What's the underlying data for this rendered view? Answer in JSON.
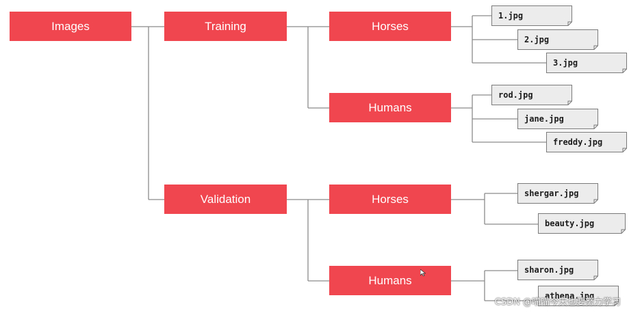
{
  "colors": {
    "node_fill": "#f0464f",
    "line": "#8a8a8a",
    "file_fill": "#ececec",
    "file_stroke": "#7a7a7a"
  },
  "tree": {
    "root": "Images",
    "training": {
      "label": "Training",
      "horses": {
        "label": "Horses",
        "files": [
          "1.jpg",
          "2.jpg",
          "3.jpg"
        ]
      },
      "humans": {
        "label": "Humans",
        "files": [
          "rod.jpg",
          "jane.jpg",
          "freddy.jpg"
        ]
      }
    },
    "validation": {
      "label": "Validation",
      "horses": {
        "label": "Horses",
        "files": [
          "shergar.jpg",
          "beauty.jpg"
        ]
      },
      "humans": {
        "label": "Humans",
        "files": [
          "sharon.jpg",
          "athena.jpg"
        ]
      }
    }
  },
  "watermark": "CSDN @喵喵今天也要努力学习"
}
